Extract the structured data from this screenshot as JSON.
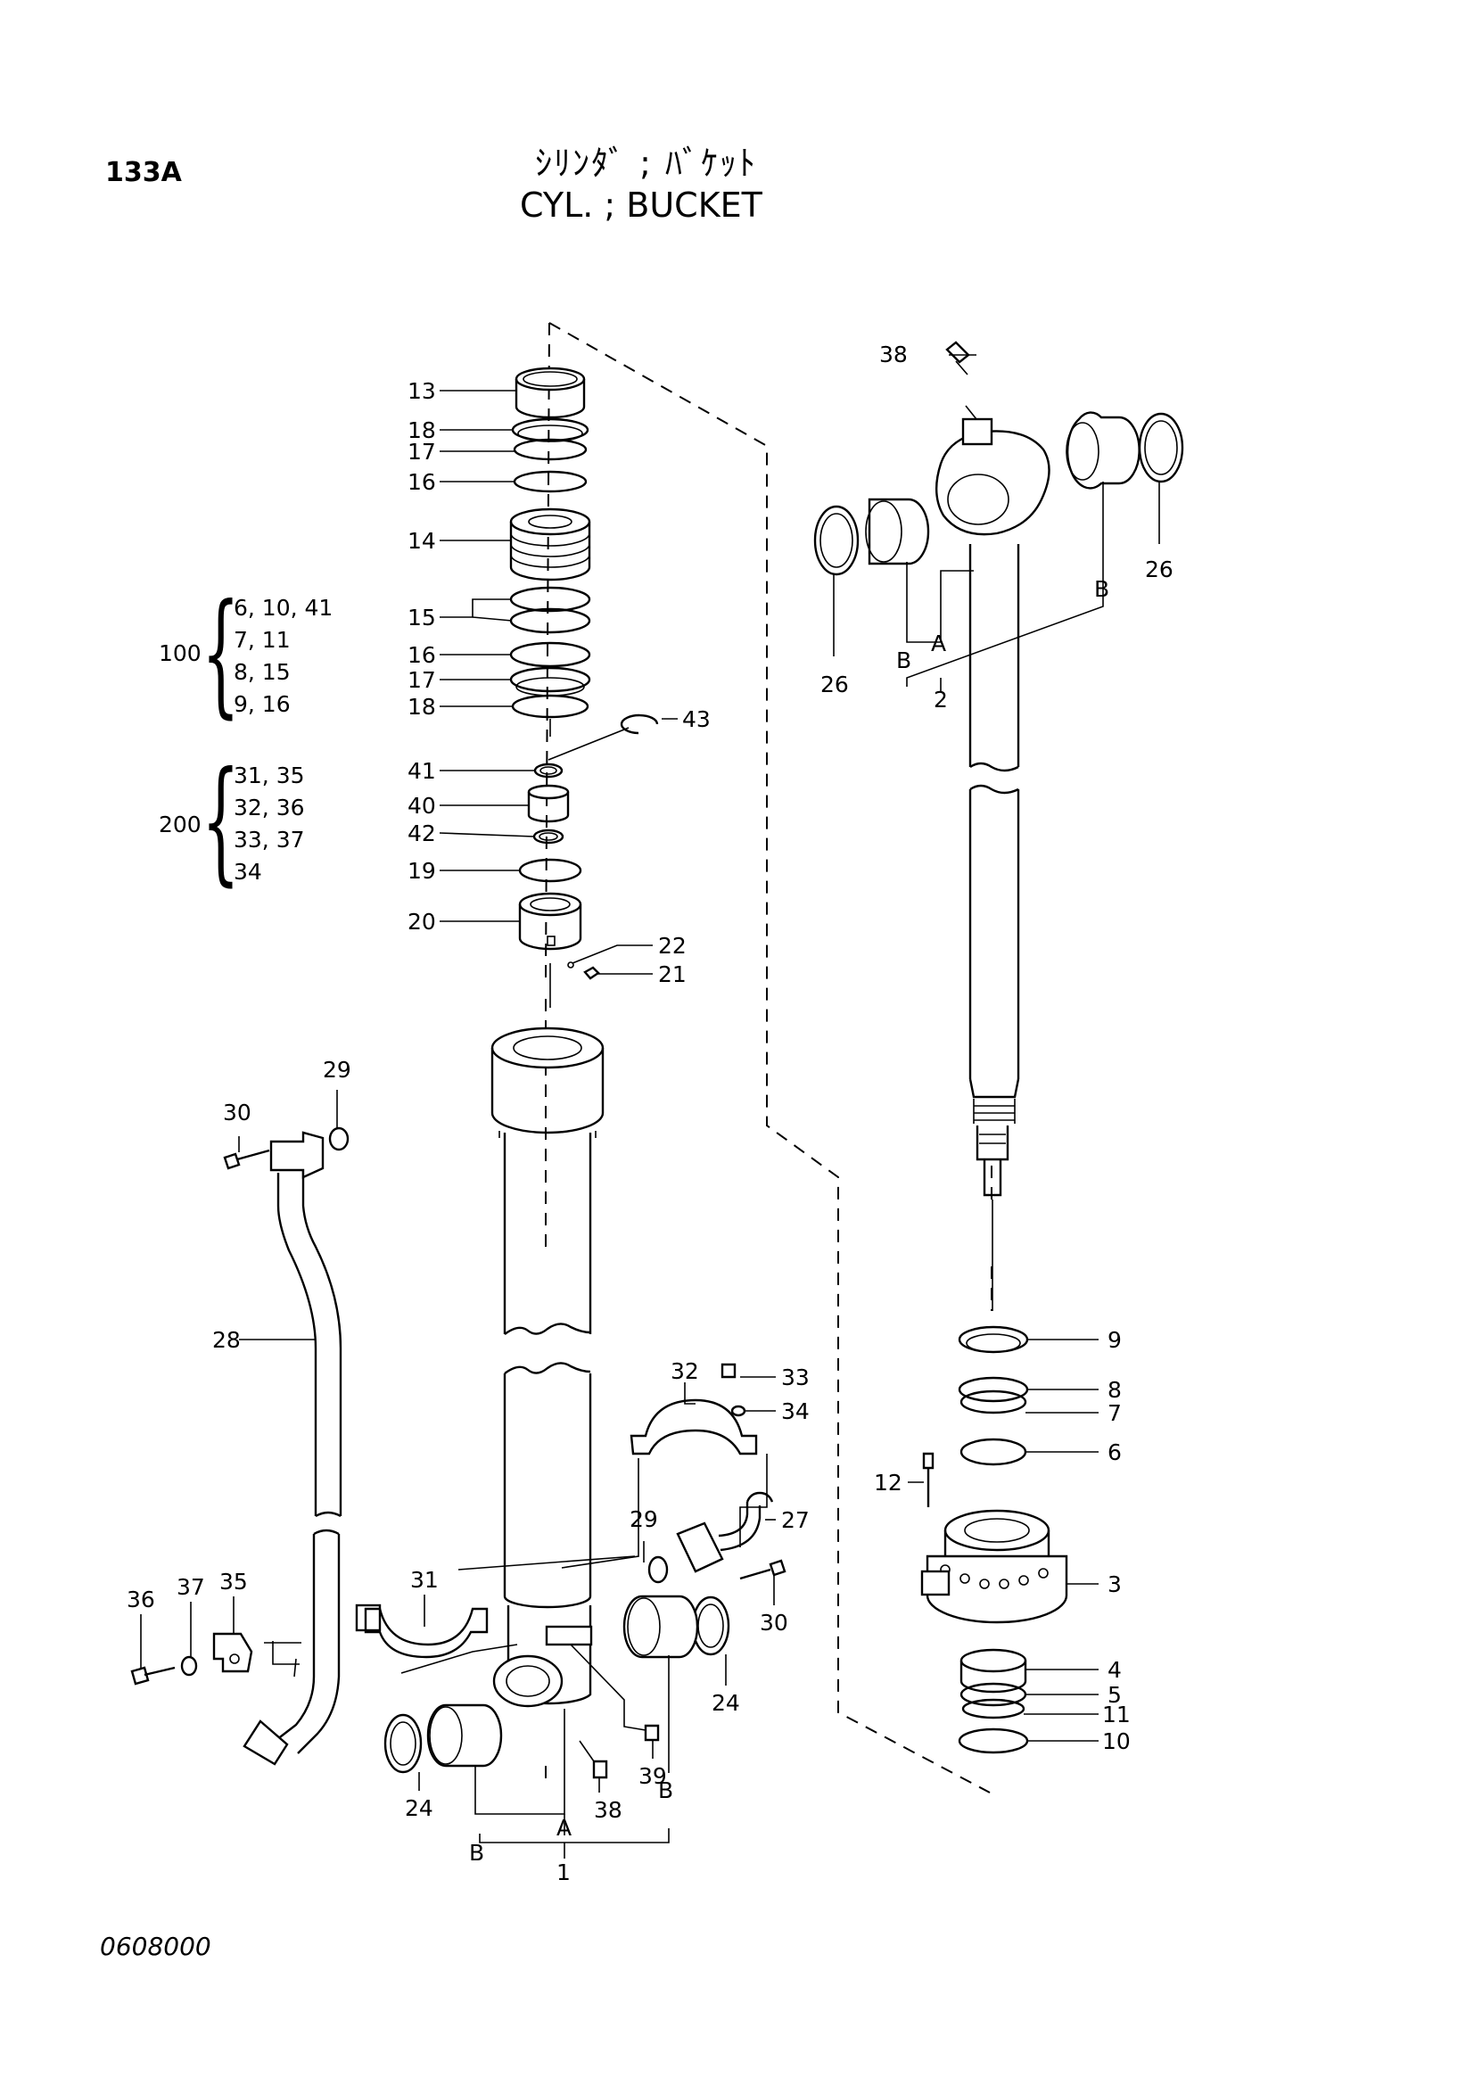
{
  "header": {
    "page_code": "133A",
    "title_jp": "ｼﾘﾝﾀﾞ ; ﾊﾞｹｯﾄ",
    "title_en": "CYL. ; BUCKET"
  },
  "groups": [
    {
      "number": "100",
      "items": [
        "6, 10, 41",
        "7, 11",
        "8, 15",
        "9, 16"
      ]
    },
    {
      "number": "200",
      "items": [
        "31, 35",
        "32, 36",
        "33, 37",
        "34"
      ]
    }
  ],
  "callouts": {
    "c13": "13",
    "c18a": "18",
    "c17a": "17",
    "c16a": "16",
    "c14": "14",
    "c15": "15",
    "c16b": "16",
    "c17b": "17",
    "c18b": "18",
    "c43": "43",
    "c41": "41",
    "c40": "40",
    "c42": "42",
    "c19": "19",
    "c20": "20",
    "c22": "22",
    "c21": "21",
    "c29a": "29",
    "c30a": "30",
    "c28": "28",
    "c32": "32",
    "c33": "33",
    "c34": "34",
    "c29b": "29",
    "c27": "27",
    "c31": "31",
    "c36": "36",
    "c37": "37",
    "c35": "35",
    "c30b": "30",
    "c24a": "24",
    "c24b": "24",
    "c39": "39",
    "c38b": "38",
    "cB1": "B",
    "cA1": "A",
    "cB1b": "B",
    "c1": "1",
    "c38a": "38",
    "c26a": "26",
    "c26b": "26",
    "cB2": "B",
    "cA2": "A",
    "cB2b": "B",
    "c2": "2",
    "c9": "9",
    "c8": "8",
    "c7": "7",
    "c6": "6",
    "c12": "12",
    "c3": "3",
    "c4": "4",
    "c5": "5",
    "c11": "11",
    "c10": "10"
  },
  "footer": {
    "code": "0608000"
  }
}
